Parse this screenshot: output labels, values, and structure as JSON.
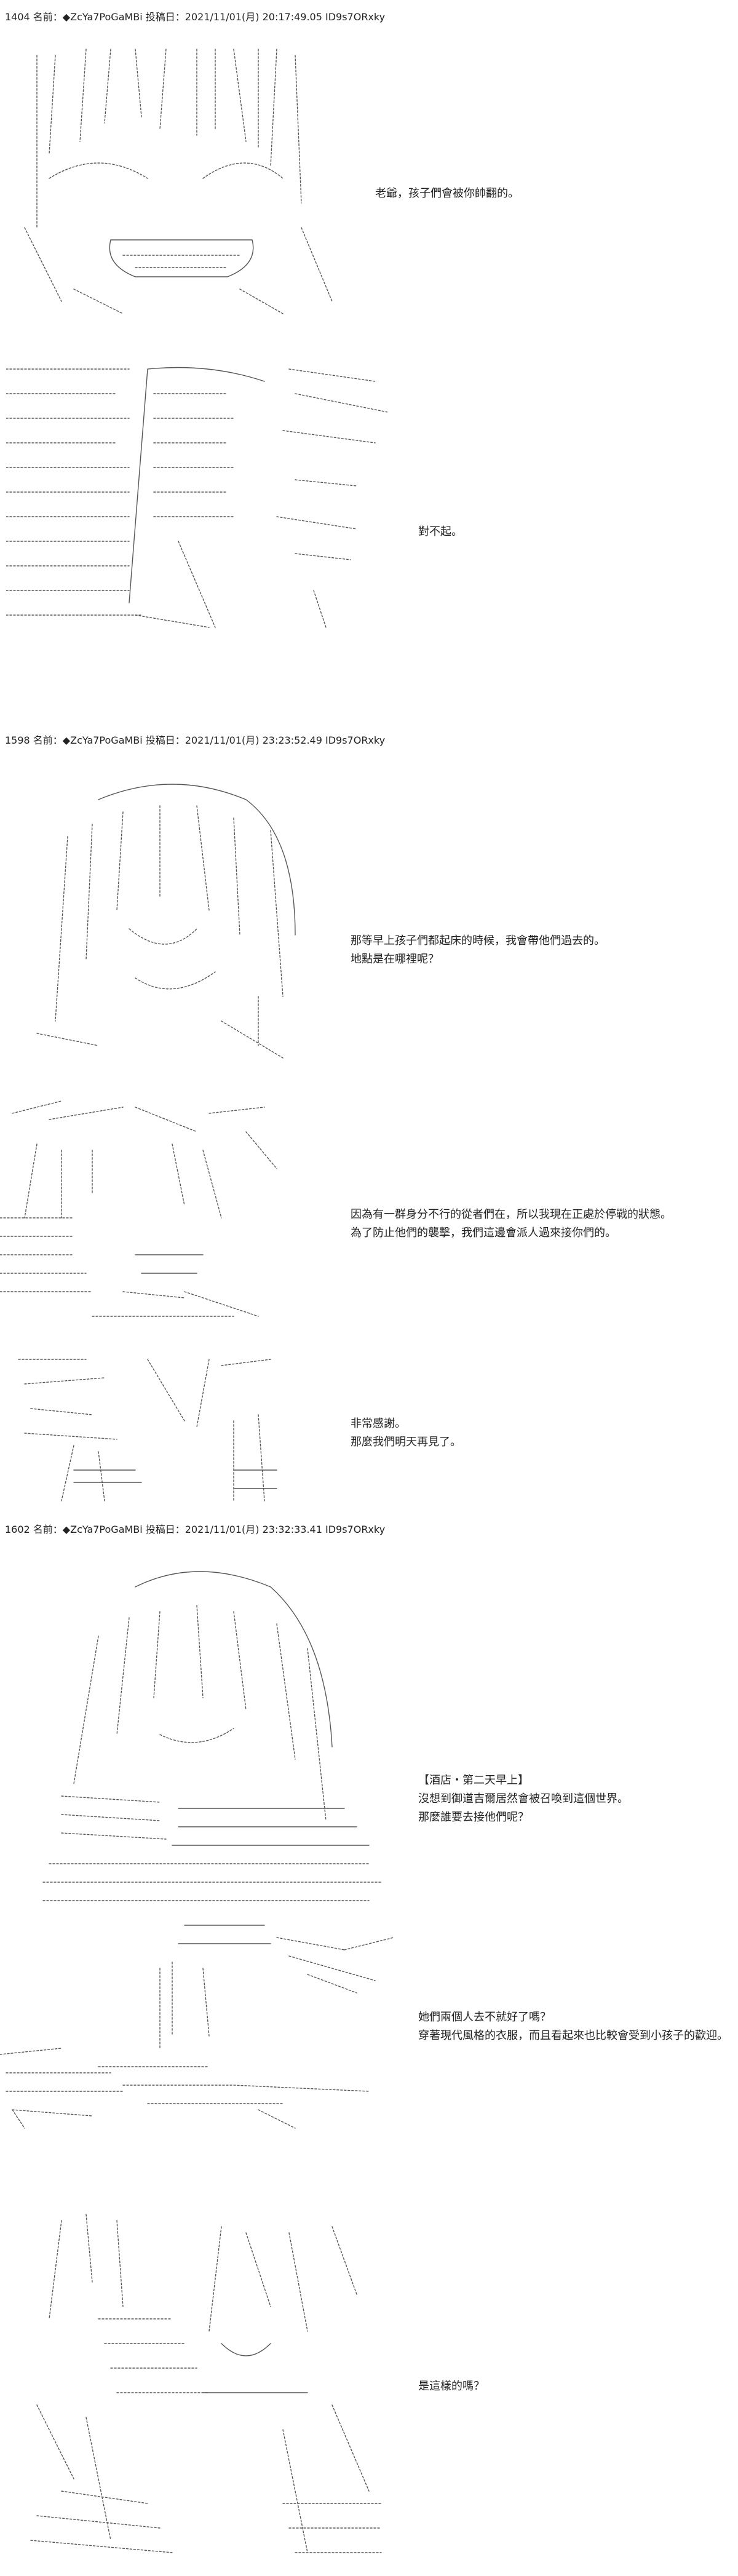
{
  "posts": [
    {
      "header": "1404 名前：◆ZcYa7PoGaMBi 投稿日：2021/11/01(月) 20:17:49.05 ID9s7ORxky",
      "panels": [
        {
          "lines": [
            "老爺，孩子們會被你帥翻的。"
          ]
        },
        {
          "lines": [
            "對不起。"
          ]
        }
      ]
    },
    {
      "header": "1598 名前：◆ZcYa7PoGaMBi 投稿日：2021/11/01(月) 23:23:52.49 ID9s7ORxky",
      "panels": [
        {
          "lines": [
            "那等早上孩子們都起床的時候，我會帶他們過去的。",
            "地點是在哪裡呢？"
          ]
        },
        {
          "lines": [
            "因為有一群身分不行的從者們在，所以我現在正處於停戰的狀態。",
            "為了防止他們的襲擊，我們這邊會派人過來接你們的。"
          ]
        },
        {
          "lines": [
            "非常感謝。",
            "那麼我們明天再見了。"
          ]
        }
      ]
    },
    {
      "header": "1602 名前：◆ZcYa7PoGaMBi 投稿日：2021/11/01(月) 23:32:33.41 ID9s7ORxky",
      "panels": [
        {
          "lines": [
            "【酒店・第二天早上】",
            "沒想到御道吉爾居然會被召喚到這個世界。",
            "那麼誰要去接他們呢？"
          ]
        },
        {
          "lines": [
            "她們兩個人去不就好了嗎？",
            "穿著現代風格的衣服，而且看起來也比較會受到小孩子的歡迎。"
          ]
        },
        {
          "lines": [
            "是這樣的嗎？"
          ]
        }
      ]
    }
  ]
}
